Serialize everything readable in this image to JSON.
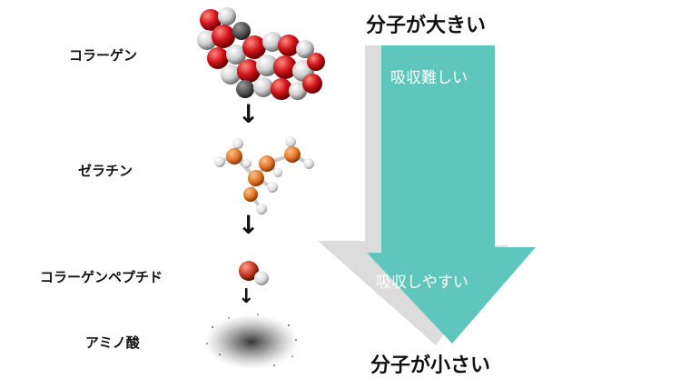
{
  "steps": {
    "collagen": "コラーゲン",
    "gelatin": "ゼラチン",
    "peptide": "コラーゲンペプチド",
    "amino": "アミノ酸"
  },
  "arrow": {
    "top_label": "分子が大きい",
    "bottom_label": "分子が小さい",
    "upper_text": "吸収難しい",
    "lower_text": "吸収しやすい",
    "color": "#5fc6bd",
    "shadow_color": "#dcdcdc"
  },
  "step_arrow_glyph": "↓",
  "icons": [
    "collagen-molecule-icon",
    "gelatin-molecule-icon",
    "peptide-molecule-icon",
    "amino-acid-dust-icon"
  ]
}
